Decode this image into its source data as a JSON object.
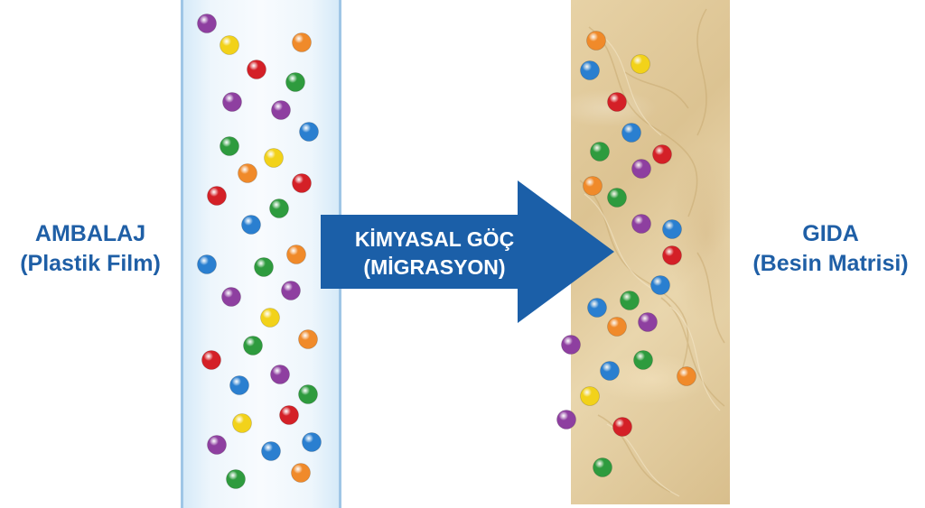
{
  "labels": {
    "left": {
      "line1": "AMBALAJ",
      "line2": "(Plastik Film)"
    },
    "right": {
      "line1": "GIDA",
      "line2": "(Besin Matrisi)"
    },
    "arrow": {
      "line1": "KİMYASAL GÖÇ",
      "line2": "(MİGRASYON)"
    }
  },
  "colors": {
    "label": "#1f5fa6",
    "arrow": "#1b5fa8",
    "film_border": "#9fc6e6",
    "food": "#dcc392",
    "particle_purple": "#8e3fa0",
    "particle_yellow": "#f2d21a",
    "particle_orange": "#f08a2a",
    "particle_red": "#d42027",
    "particle_green": "#2e9b3e",
    "particle_blue": "#2a7fd0"
  },
  "particle_colors": [
    "purple",
    "yellow",
    "orange",
    "red",
    "green",
    "blue"
  ]
}
